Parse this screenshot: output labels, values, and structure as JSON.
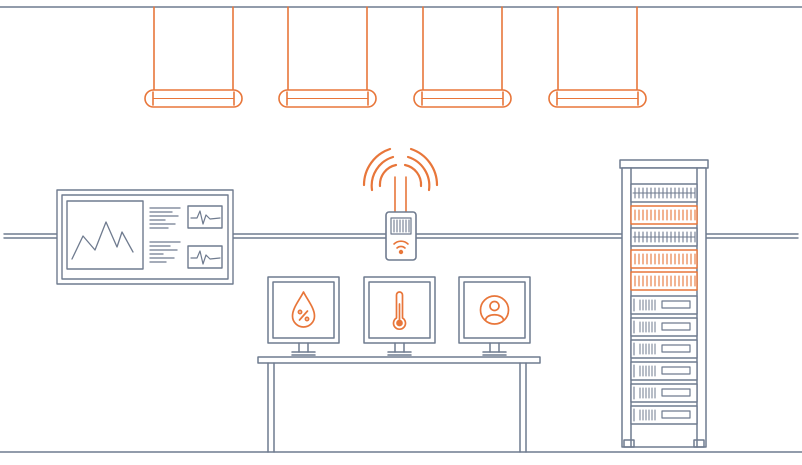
{
  "colors": {
    "accent": "#e8763a",
    "line": "#6f7b8f",
    "fill": "#ffffff"
  },
  "icons": {
    "ceiling_light": "ceiling-light-icon",
    "wall_dashboard": "wall-dashboard-icon",
    "wireless_sensor": "wireless-sensor-icon",
    "humidity": "humidity-icon",
    "temperature": "thermometer-icon",
    "occupancy": "person-icon",
    "server_rack": "server-rack-icon"
  },
  "monitors": [
    {
      "icon": "humidity-icon"
    },
    {
      "icon": "thermometer-icon"
    },
    {
      "icon": "person-icon"
    }
  ],
  "rack_units": [
    {
      "state": "normal"
    },
    {
      "state": "alert"
    },
    {
      "state": "normal"
    },
    {
      "state": "alert"
    },
    {
      "state": "alert"
    },
    {
      "state": "normal"
    },
    {
      "state": "normal"
    },
    {
      "state": "normal"
    },
    {
      "state": "normal"
    },
    {
      "state": "normal"
    },
    {
      "state": "normal"
    }
  ]
}
